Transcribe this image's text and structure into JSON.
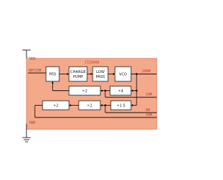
{
  "chip": {
    "name": "CT20900",
    "fill_color": "#f4a98a",
    "border_color": "#e07a55"
  },
  "pins": {
    "vdd": "VDD",
    "ref": "REF25M",
    "gnd": "GND",
    "out_200m": "200M",
    "out_50m": "50M",
    "out_6m": "6M",
    "out_33m": "33M"
  },
  "blocks": {
    "pfd": "PFD",
    "charge_pump_1": "CHARGE",
    "charge_pump_2": "PUMP",
    "low_pass_1": "LOW",
    "low_pass_2": "PASS",
    "vco": "VCO",
    "div2_upper": "÷2",
    "div4": "÷4",
    "div2_left": "÷2",
    "div2_mid": "÷2",
    "div1_5": "÷1.5"
  },
  "colors": {
    "wire": "#111111",
    "block_fill": "#ffffff",
    "pin_text": "#c0392b"
  }
}
